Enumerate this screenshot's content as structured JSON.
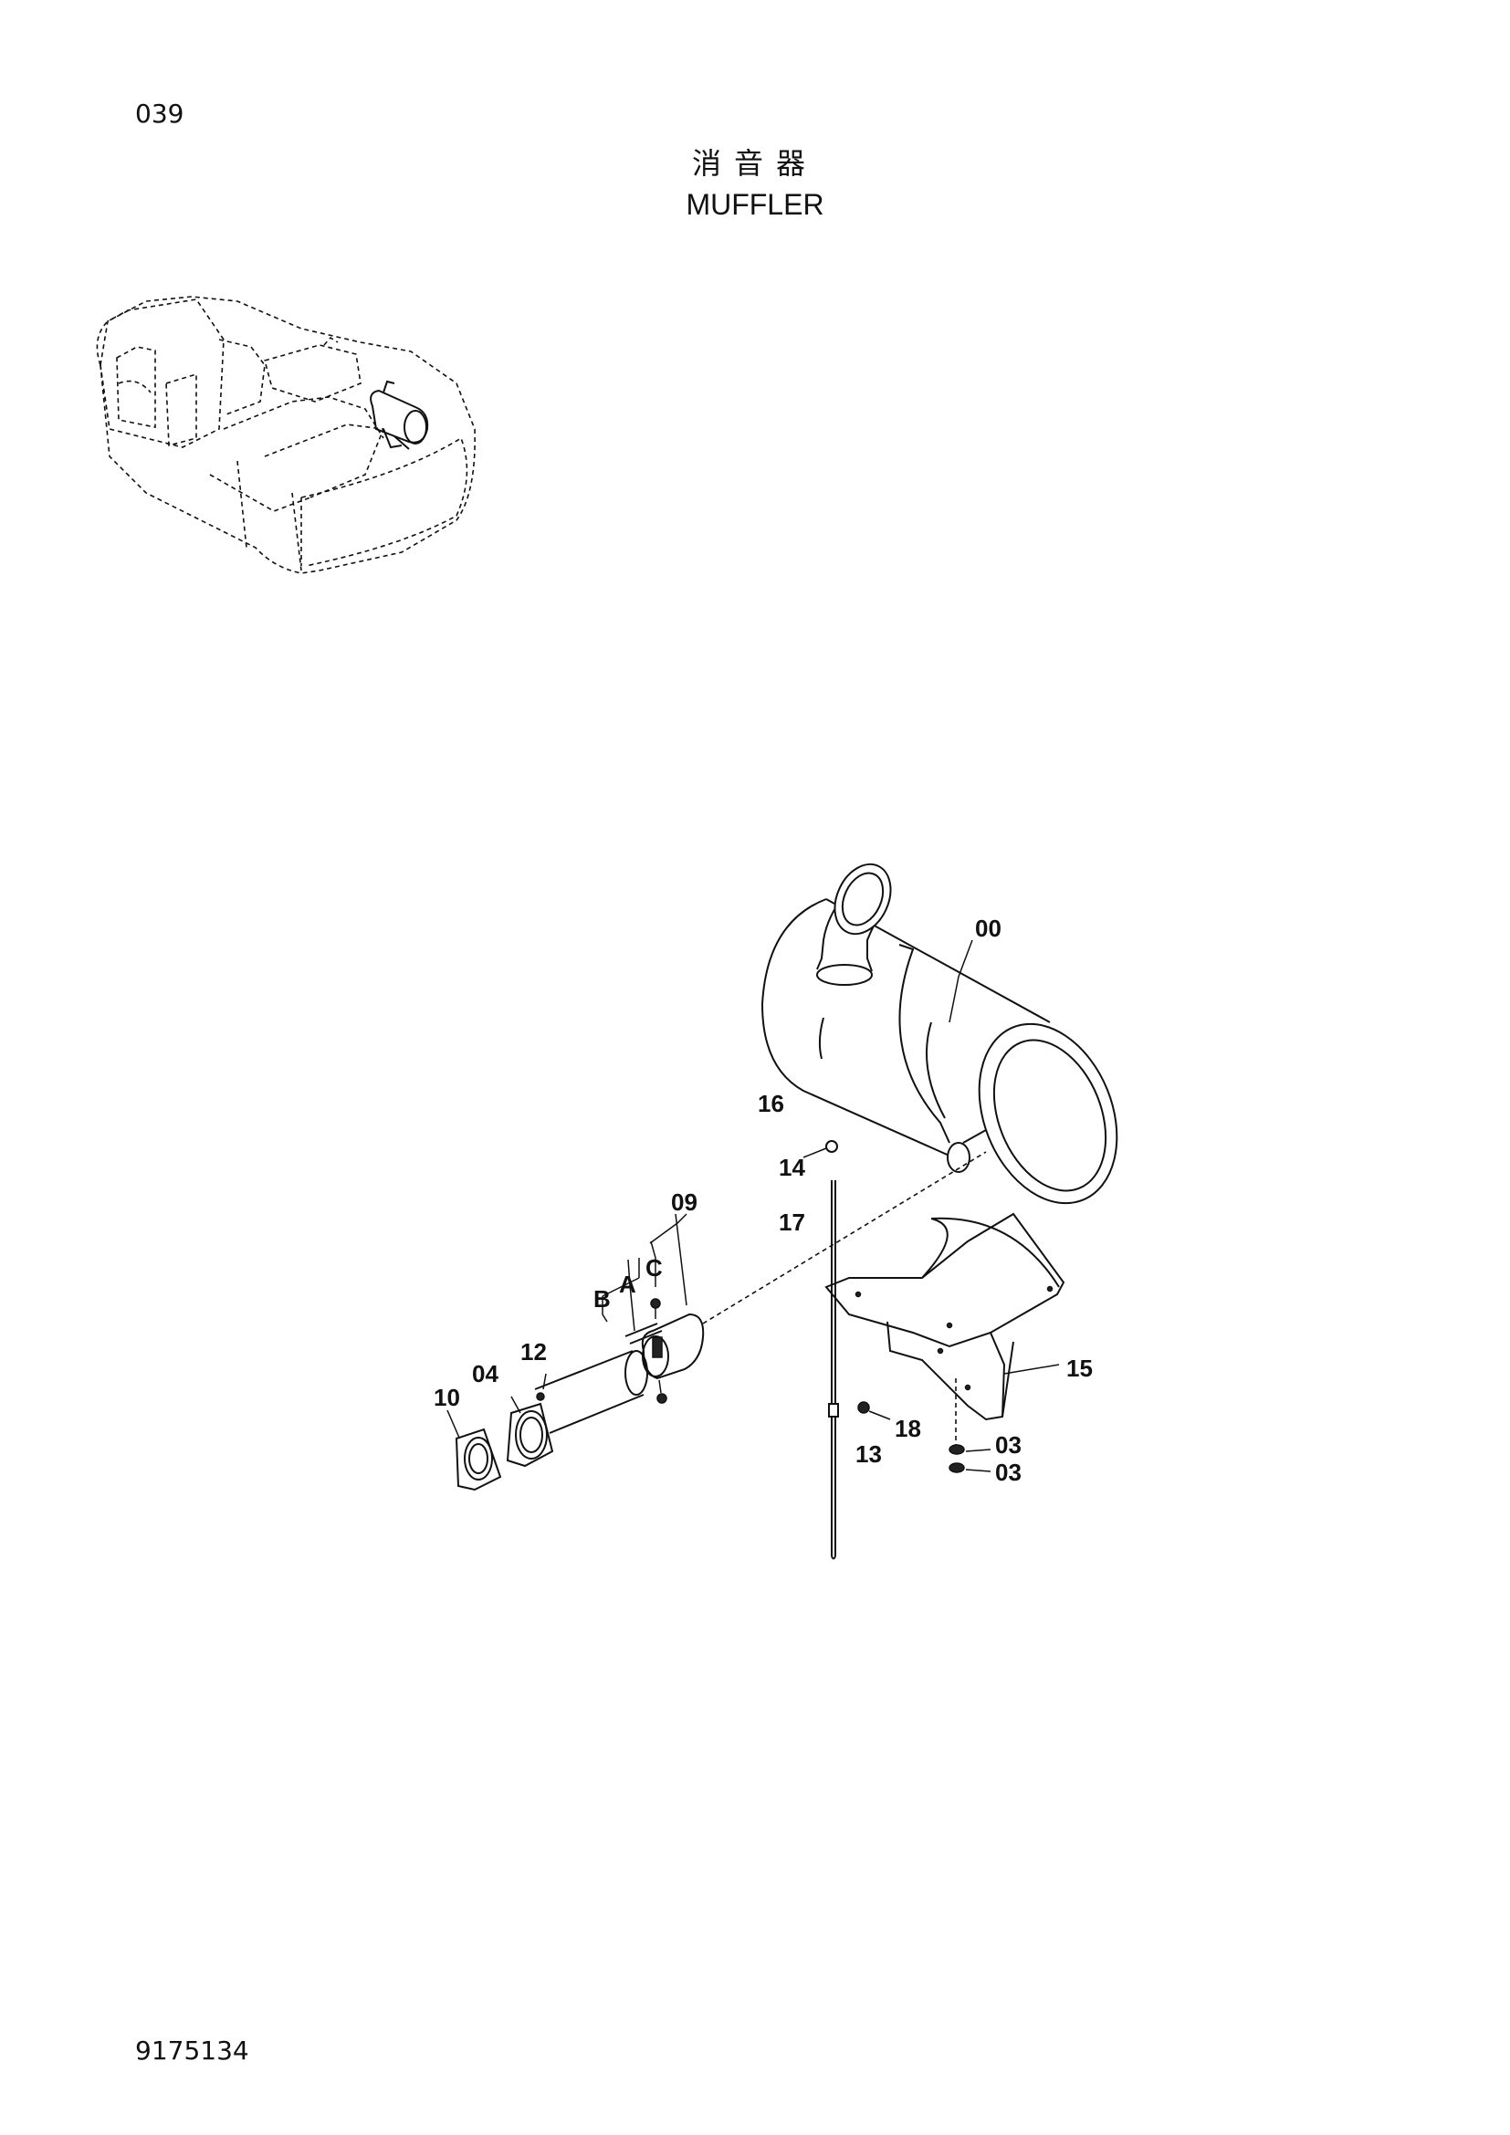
{
  "header": {
    "page_number": "039",
    "title_cn": "消音器",
    "title_en": "MUFFLER"
  },
  "footer": {
    "document_number": "9175134"
  },
  "callouts": {
    "c00": "00",
    "c16": "16",
    "c14": "14",
    "c17": "17",
    "c09": "09",
    "cB": "B",
    "cA": "A",
    "cC": "C",
    "c15": "15",
    "c12": "12",
    "c04": "04",
    "c10": "10",
    "c18": "18",
    "c13": "13",
    "c03a": "03",
    "c03b": "03"
  }
}
